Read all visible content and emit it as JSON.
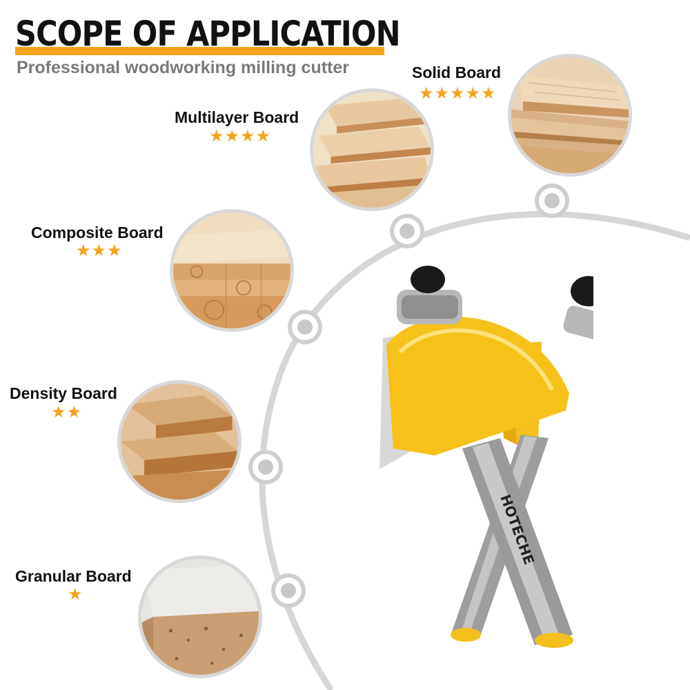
{
  "header": {
    "title": "SCOPE OF APPLICATION",
    "subtitle": "Professional woodworking milling cutter"
  },
  "colors": {
    "accent": "#f5a21b",
    "bit_yellow": "#f6c21a",
    "shank_gray": "#9a9a9a",
    "arc_gray": "#d3d3d3"
  },
  "boards": [
    {
      "name": "Solid Board",
      "stars": "★★★★★",
      "rating": 5
    },
    {
      "name": "Multilayer Board",
      "stars": "★★★★",
      "rating": 4
    },
    {
      "name": "Composite Board",
      "stars": "★★★",
      "rating": 3
    },
    {
      "name": "Density Board",
      "stars": "★★",
      "rating": 2
    },
    {
      "name": "Granular Board",
      "stars": "★",
      "rating": 1
    }
  ],
  "product": {
    "brand": "HOTECHE"
  }
}
